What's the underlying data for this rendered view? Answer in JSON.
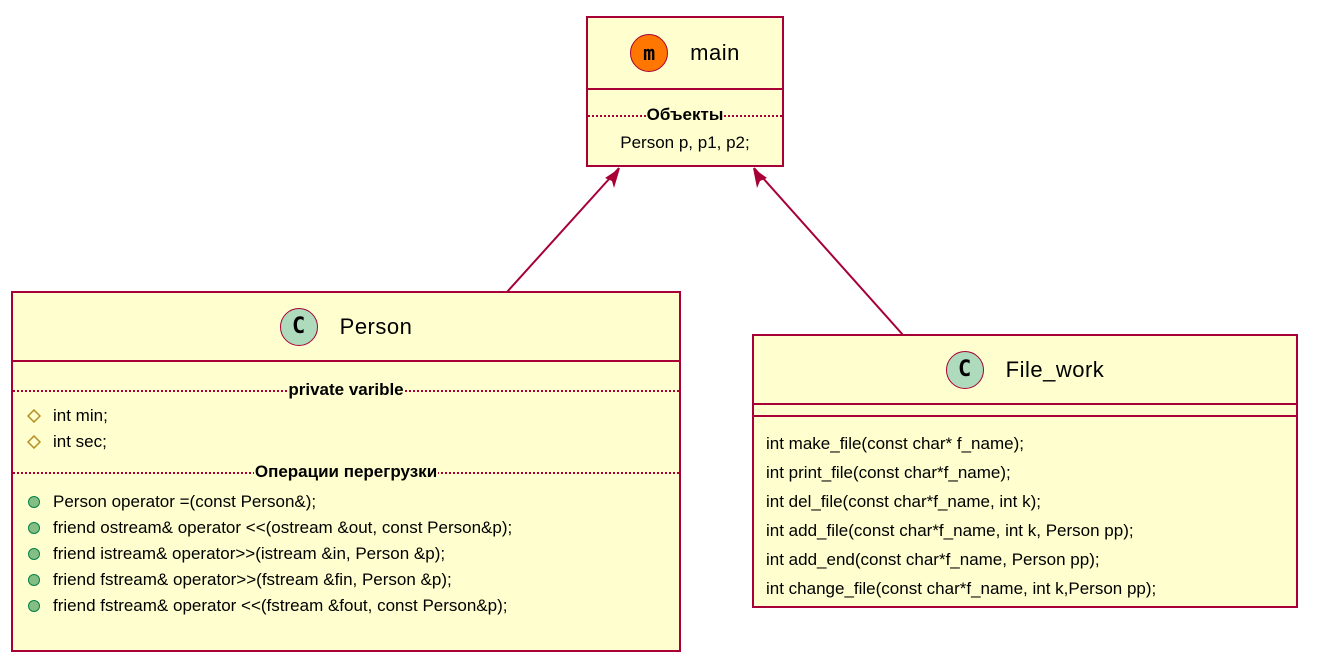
{
  "diagram": {
    "colors": {
      "box_fill": "#fefece",
      "border": "#a80036",
      "class_badge": "#addbbb",
      "module_badge": "#ff7700",
      "public_marker": "#84be84",
      "protected_marker": "#b38d22"
    },
    "main": {
      "badge": "m",
      "name": "main",
      "section_label": "Объекты",
      "members": [
        "Person p, p1, p2;"
      ]
    },
    "person": {
      "badge": "C",
      "name": "Person",
      "private_label": "private varible",
      "fields": [
        "int min;",
        "int sec;"
      ],
      "ops_label": "Операции перегрузки",
      "methods": [
        "Person operator =(const Person&);",
        "friend ostream& operator <<(ostream &out, const Person&p);",
        "friend istream& operator>>(istream &in, Person &p);",
        "friend fstream& operator>>(fstream &fin, Person &p);",
        "friend fstream& operator <<(fstream &fout, const Person&p);"
      ]
    },
    "file_work": {
      "badge": "C",
      "name": "File_work",
      "methods": [
        "int make_file(const char* f_name);",
        "int print_file(const char*f_name);",
        "int del_file(const char*f_name, int k);",
        "int add_file(const char*f_name, int k, Person pp);",
        "int add_end(const char*f_name, Person pp);",
        "int change_file(const char*f_name, int k,Person pp);"
      ]
    }
  }
}
